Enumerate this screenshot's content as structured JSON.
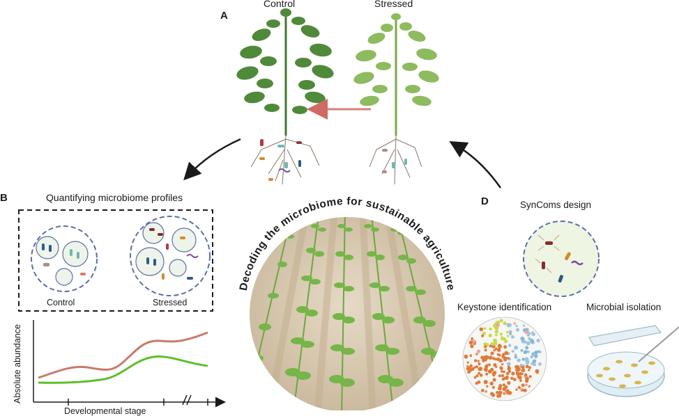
{
  "panels": {
    "a": {
      "letter": "A",
      "control_label": "Control",
      "stressed_label": "Stressed"
    },
    "b": {
      "letter": "B",
      "title": "Quantifying microbiome profiles",
      "control_label": "Control",
      "stressed_label": "Stressed",
      "y_axis_label": "Absolute abundance",
      "x_axis_label": "Developmental stage"
    },
    "center": {
      "arc_text": "Decoding the microbiome for sustainable agriculture"
    },
    "d": {
      "letter": "D",
      "syncoms_title": "SynComs design",
      "keystone_title": "Keystone identification",
      "isolation_title": "Microbial isolation"
    }
  },
  "colors": {
    "healthy_leaf": "#4f8a3a",
    "stressed_leaf": "#8dbb5e",
    "line_red": "#c9796a",
    "line_green": "#5cbf2a",
    "arrow_red": "#d98079",
    "dashed_circle": "#5b6fa8",
    "field_soil": "#d9cbb4"
  }
}
